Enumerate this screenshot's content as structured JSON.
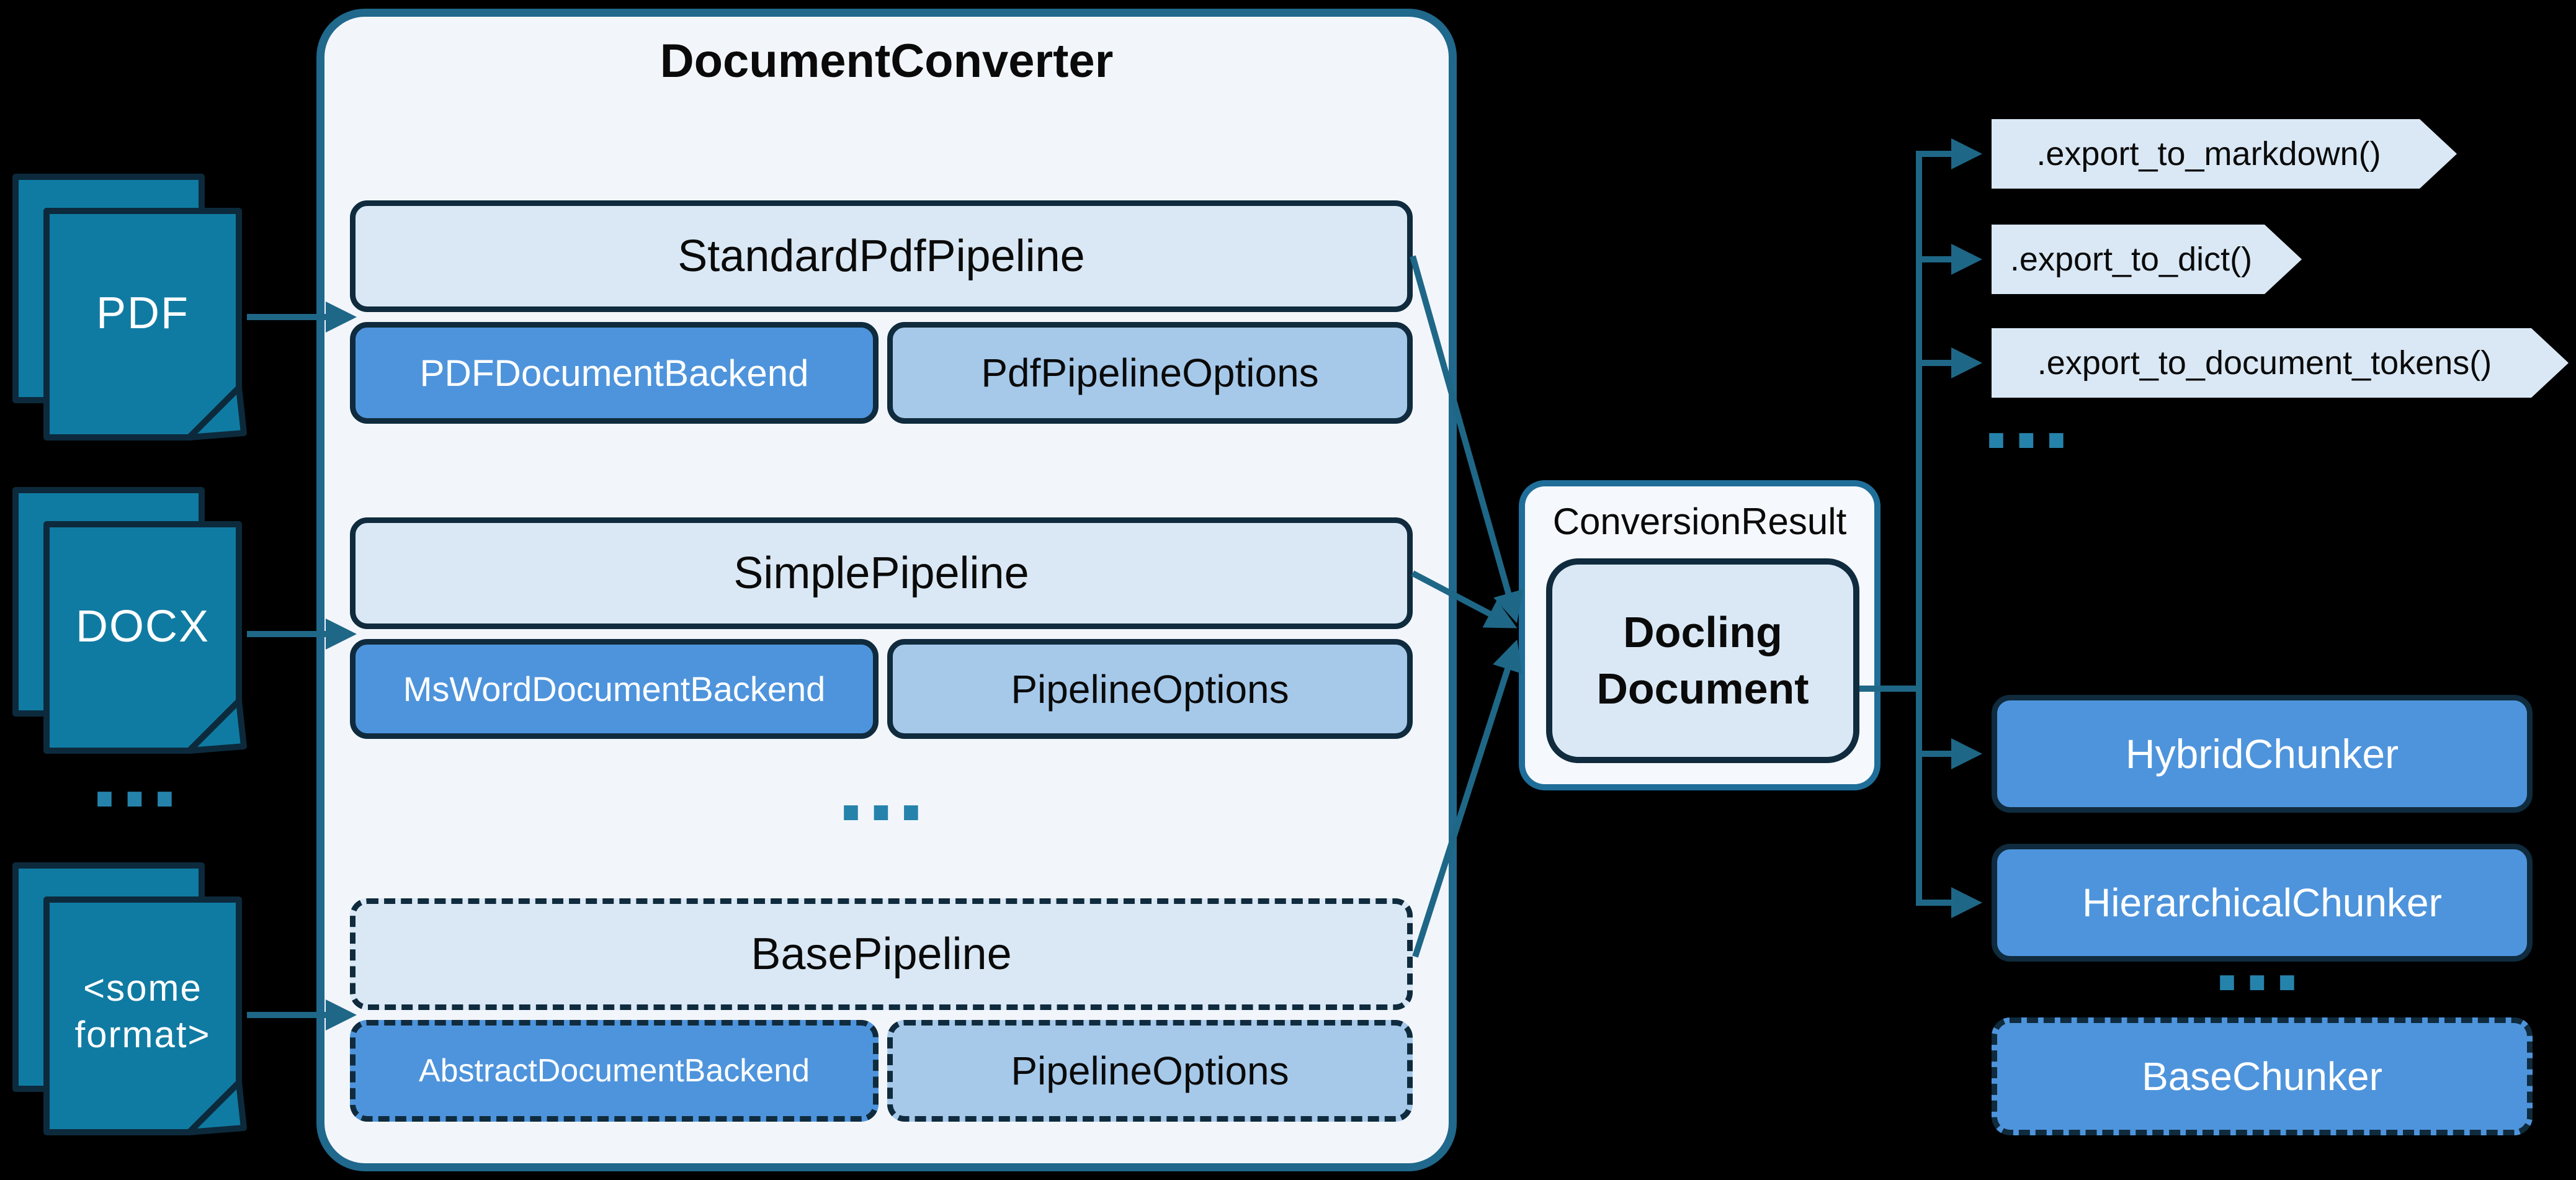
{
  "sources": {
    "items": [
      {
        "label": "PDF"
      },
      {
        "label": "DOCX"
      },
      {
        "label": "<some format>"
      }
    ],
    "ellipsis": "..."
  },
  "converter": {
    "title": "DocumentConverter",
    "pipelines": [
      {
        "name": "StandardPdfPipeline",
        "backend": "PDFDocumentBackend",
        "options": "PdfPipelineOptions"
      },
      {
        "name": "SimplePipeline",
        "backend": "MsWordDocumentBackend",
        "options": "PipelineOptions"
      },
      {
        "name": "BasePipeline",
        "backend": "AbstractDocumentBackend",
        "options": "PipelineOptions"
      }
    ],
    "ellipsis": "..."
  },
  "result": {
    "wrapper_label": "ConversionResult",
    "document_label": "Docling Document"
  },
  "exports": {
    "items": [
      {
        "label": ".export_to_markdown()"
      },
      {
        "label": ".export_to_dict()"
      },
      {
        "label": ".export_to_document_tokens()"
      }
    ],
    "ellipsis": "..."
  },
  "chunkers": {
    "items": [
      {
        "label": "HybridChunker"
      },
      {
        "label": "HierarchicalChunker"
      }
    ],
    "ellipsis": "...",
    "base": {
      "label": "BaseChunker"
    }
  },
  "colors": {
    "background": "#000000",
    "connector_teal": "#1F6787",
    "document_teal": "#107BA2",
    "container_border_teal": "#20688C",
    "light_blue_box": "#DAE8F5",
    "medium_blue_box": "#4E94DC",
    "pale_blue_box": "#A6C9EA",
    "dark_outline": "#0F2B3D",
    "ellipsis_teal": "#2583AB"
  }
}
